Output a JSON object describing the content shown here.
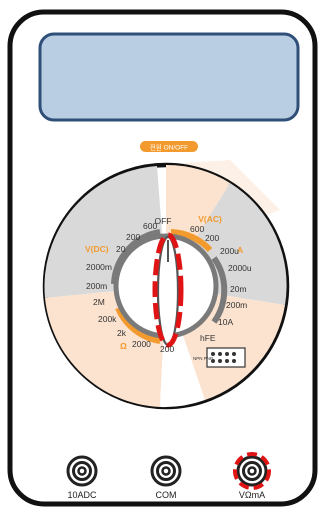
{
  "meter": {
    "power_button_label": "전원 ON/OFF",
    "colors": {
      "body_outline": "#111111",
      "display_fill": "#b9cde3",
      "display_border": "#2f4f79",
      "accent_orange": "#f39a2e",
      "zone_peach": "#fbe3cf",
      "zone_gray": "#d9d9d9",
      "annotation_red": "#e01414"
    }
  },
  "dial": {
    "labels": {
      "off": "OFF",
      "vac": "V(AC)",
      "vac_600": "600",
      "vac_200": "200",
      "a": "A",
      "a_200u": "200u",
      "a_2000u": "2000u",
      "a_20m": "20m",
      "a_200m": "200m",
      "a_10a": "10A",
      "hfe": "hFE",
      "ohm_200": "200",
      "ohm_2000": "2000",
      "ohm_2k": "2k",
      "ohm": "Ω",
      "ohm_200k": "200k",
      "ohm_2m": "2M",
      "vdc_200m": "200m",
      "vdc_2000m": "2000m",
      "vdc_20": "20",
      "vdc": "V(DC)",
      "vdc_200": "200",
      "vdc_600": "600",
      "socket_note": "NPN PNP"
    }
  },
  "jacks": [
    {
      "label": "10ADC",
      "icon": "jack-icon",
      "highlighted": false
    },
    {
      "label": "COM",
      "icon": "jack-icon",
      "highlighted": false
    },
    {
      "label": "VΩmA",
      "icon": "jack-icon",
      "highlighted": true
    }
  ]
}
